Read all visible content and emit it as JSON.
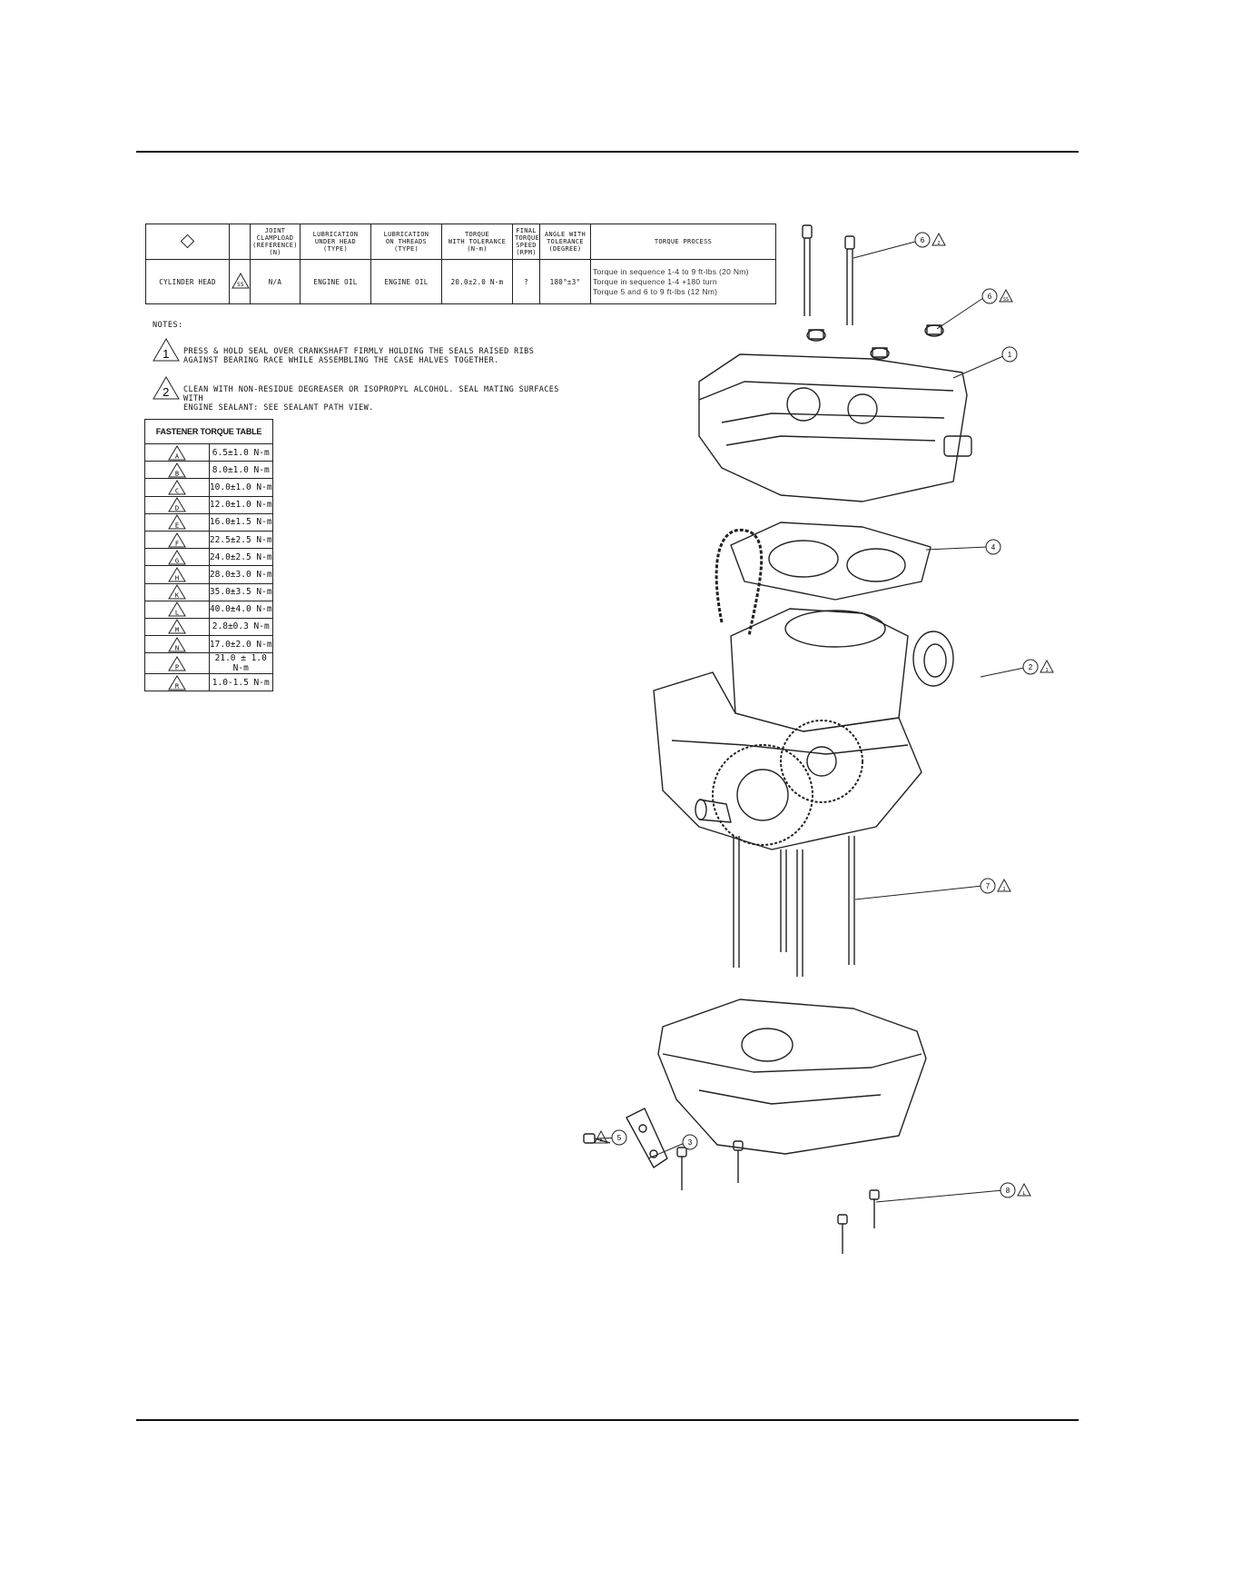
{
  "spec_table": {
    "headers": [
      "",
      "",
      "JOINT\nCLAMPLOAD\n(REFERENCE)\n(N)",
      "LUBRICATION\nUNDER HEAD\n(TYPE)",
      "LUBRICATION\nON THREADS\n(TYPE)",
      "TORQUE\nWITH TOLERANCE\n(N-m)",
      "FINAL\nTORQUE\nSPEED\n(RPM)",
      "ANGLE WITH\nTOLERANCE\n(DEGREE)",
      "TORQUE PROCESS"
    ],
    "row": {
      "joint": "CYLINDER HEAD",
      "symbol": "SS",
      "clampload": "N/A",
      "lube_head": "ENGINE OIL",
      "lube_threads": "ENGINE OIL",
      "torque": "20.0±2.0 N-m",
      "speed": "?",
      "angle": "180°±3°",
      "process": "Torque in sequence 1-4 to 9 ft-lbs (20 Nm)\nTorque in sequence 1-4 +180 turn\nTorque 5 and 6 to 9 ft-lbs (12 Nm)"
    }
  },
  "notes": {
    "title": "NOTES:",
    "items": [
      {
        "num": "1",
        "text": "PRESS & HOLD SEAL OVER CRANKSHAFT FIRMLY HOLDING THE SEALS RAISED RIBS\nAGAINST BEARING RACE WHILE ASSEMBLING THE CASE HALVES TOGETHER."
      },
      {
        "num": "2",
        "text": "CLEAN WITH NON-RESIDUE DEGREASER OR ISOPROPYL ALCOHOL. SEAL MATING SURFACES WITH\nENGINE SEALANT: SEE SEALANT PATH VIEW."
      }
    ]
  },
  "fastener_table": {
    "title": "FASTENER TORQUE TABLE",
    "rows": [
      {
        "sym": "A",
        "value": "6.5±1.0 N-m"
      },
      {
        "sym": "B",
        "value": "8.0±1.0 N-m"
      },
      {
        "sym": "C",
        "value": "10.0±1.0 N-m"
      },
      {
        "sym": "D",
        "value": "12.0±1.0 N-m"
      },
      {
        "sym": "E",
        "value": "16.0±1.5 N-m"
      },
      {
        "sym": "F",
        "value": "22.5±2.5 N-m"
      },
      {
        "sym": "G",
        "value": "24.0±2.5 N-m"
      },
      {
        "sym": "H",
        "value": "28.0±3.0 N-m"
      },
      {
        "sym": "K",
        "value": "35.0±3.5 N-m"
      },
      {
        "sym": "L",
        "value": "40.0±4.0 N-m"
      },
      {
        "sym": "M",
        "value": "2.8±0.3 N-m"
      },
      {
        "sym": "N",
        "value": "17.0±2.0 N-m"
      },
      {
        "sym": "P",
        "value": "21.0 ± 1.0 N-m"
      },
      {
        "sym": "R",
        "value": "1.0-1.5 N-m"
      }
    ]
  },
  "callouts": [
    {
      "num": "6",
      "flag": "2"
    },
    {
      "num": "6",
      "flag": "SS"
    },
    {
      "num": "1",
      "flag": ""
    },
    {
      "num": "4",
      "flag": ""
    },
    {
      "num": "2",
      "flag": "1"
    },
    {
      "num": "7",
      "flag": "1"
    },
    {
      "num": "5",
      "flag": "A"
    },
    {
      "num": "3",
      "flag": ""
    },
    {
      "num": "8",
      "flag": "L"
    }
  ]
}
